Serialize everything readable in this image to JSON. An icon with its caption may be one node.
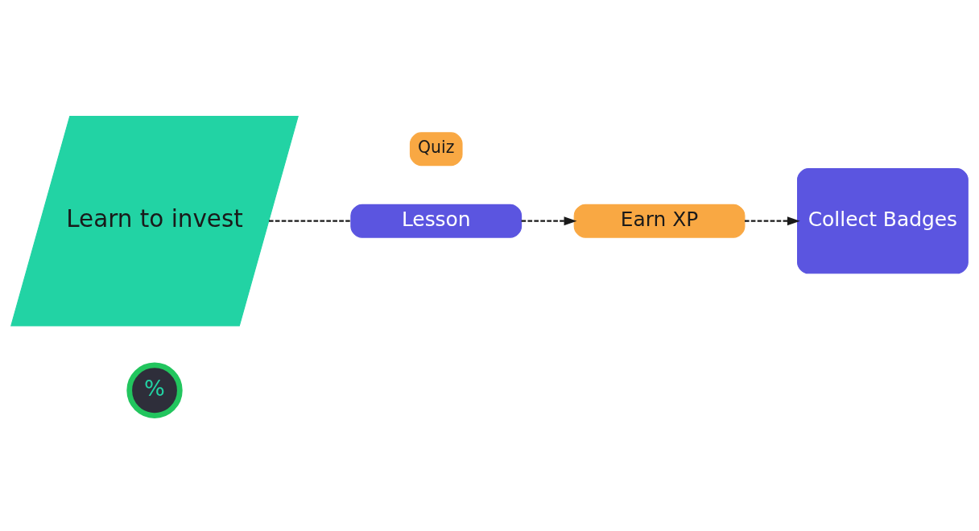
{
  "diagram": {
    "nodes": [
      {
        "text": [
          "Learn to invest"
        ]
      },
      {
        "text": [
          "Quiz"
        ]
      },
      {
        "text": [
          "Lesson"
        ]
      },
      {
        "text": [
          "Earn XP"
        ]
      },
      {
        "text": [
          "Collect Badges"
        ]
      },
      {
        "text": [
          "%"
        ]
      }
    ],
    "edges": [
      {
        "from": 0,
        "to": 2,
        "arrow": "none",
        "style": "dashed"
      },
      {
        "from": 2,
        "to": 3,
        "arrow": "to",
        "style": "dashed"
      },
      {
        "from": 3,
        "to": 4,
        "arrow": "to",
        "style": "dashed"
      }
    ]
  }
}
